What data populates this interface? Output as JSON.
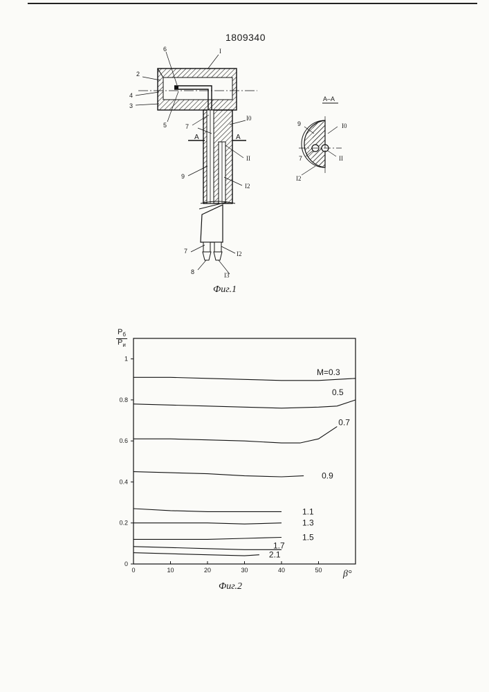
{
  "header": {
    "patent_number": "1809340"
  },
  "figure1": {
    "caption": "Фиг.1",
    "section_label_left": "A",
    "section_label_right": "A",
    "section_title": "A–A",
    "labels": {
      "l1": "I",
      "l2": "2",
      "l3": "3",
      "l4": "4",
      "l5": "5",
      "l6": "6",
      "l7a": "7",
      "l7b": "7",
      "l9": "9",
      "l10": "I0",
      "l11": "II",
      "l12a": "I2",
      "l12b": "I2",
      "l8": "8",
      "l13": "I3",
      "s9": "9",
      "s10": "I0",
      "s7": "7",
      "s11": "II",
      "s12": "I2"
    }
  },
  "figure2": {
    "caption": "Фиг.2",
    "y_label_top": "P",
    "y_label_top_sub": "б",
    "y_label_bottom": "P",
    "y_label_bottom_sub": "и",
    "x_label": "β°"
  },
  "chart_data": {
    "type": "line",
    "title": "",
    "xlabel": "β°",
    "ylabel": "Pб / Pи",
    "xlim": [
      0,
      60
    ],
    "ylim": [
      0,
      1.1
    ],
    "x_ticks": [
      "0",
      "10",
      "20",
      "30",
      "40",
      "50"
    ],
    "y_ticks": [
      "0",
      "0.2",
      "0.4",
      "0.6",
      "0.8",
      "1"
    ],
    "grid": false,
    "series": [
      {
        "name": "M=0.3",
        "x": [
          0,
          10,
          20,
          30,
          40,
          50,
          60
        ],
        "y": [
          0.91,
          0.91,
          0.905,
          0.9,
          0.895,
          0.895,
          0.905
        ]
      },
      {
        "name": "0.5",
        "x": [
          0,
          10,
          20,
          30,
          40,
          50,
          55,
          60
        ],
        "y": [
          0.78,
          0.775,
          0.77,
          0.765,
          0.76,
          0.765,
          0.77,
          0.8
        ]
      },
      {
        "name": "0.7",
        "x": [
          0,
          10,
          20,
          30,
          40,
          45,
          50,
          55
        ],
        "y": [
          0.61,
          0.61,
          0.605,
          0.6,
          0.59,
          0.59,
          0.61,
          0.67
        ]
      },
      {
        "name": "0.9",
        "x": [
          0,
          10,
          20,
          30,
          40,
          46
        ],
        "y": [
          0.45,
          0.445,
          0.44,
          0.43,
          0.425,
          0.43
        ]
      },
      {
        "name": "1.1",
        "x": [
          0,
          10,
          20,
          30,
          40
        ],
        "y": [
          0.27,
          0.26,
          0.255,
          0.255,
          0.255
        ]
      },
      {
        "name": "1.3",
        "x": [
          0,
          10,
          20,
          30,
          40
        ],
        "y": [
          0.2,
          0.2,
          0.2,
          0.195,
          0.2
        ]
      },
      {
        "name": "1.5",
        "x": [
          0,
          10,
          20,
          30,
          40
        ],
        "y": [
          0.12,
          0.12,
          0.12,
          0.125,
          0.13
        ]
      },
      {
        "name": "1.7",
        "x": [
          0,
          10,
          20,
          30,
          40
        ],
        "y": [
          0.085,
          0.08,
          0.075,
          0.07,
          0.07
        ]
      },
      {
        "name": "2.1",
        "x": [
          0,
          10,
          20,
          30,
          34
        ],
        "y": [
          0.055,
          0.05,
          0.045,
          0.04,
          0.045
        ]
      }
    ]
  }
}
